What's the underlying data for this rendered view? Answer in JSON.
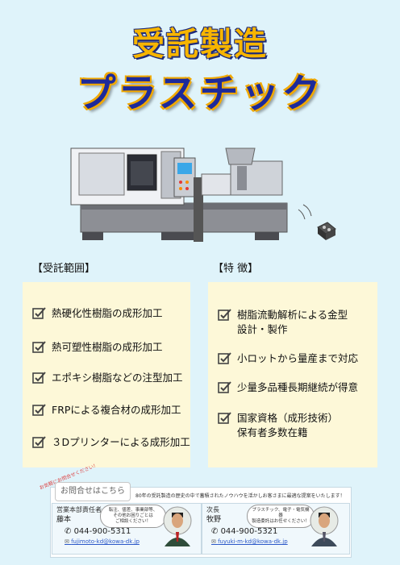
{
  "header": {
    "title_line1": "受託製造",
    "title_line2": "プラスチック"
  },
  "sections": {
    "scope_heading": "【受託範囲】",
    "features_heading": "【特 徴】",
    "scope_items": [
      "熱硬化性樹脂の成形加工",
      "熱可塑性樹脂の成形加工",
      "エポキシ樹脂などの注型加工",
      "FRPによる複合材の成形加工",
      "３Dプリンターによる成形加工"
    ],
    "feature_items": [
      [
        "樹脂流動解析による金型",
        "設計・製作"
      ],
      [
        "小ロットから量産まで対応"
      ],
      [
        "少量多品種長期継続が得意"
      ],
      [
        "国家資格（成形技術）",
        "保有者多数在籍"
      ]
    ]
  },
  "contact": {
    "badge": "お問合せはこちら",
    "tag": "お気軽にお問合せください！",
    "message": "80年の受託製造の歴史の中で蓄積されたノウハウを活かしお客さまに最適な提案をいたします！",
    "people": [
      {
        "role": "営業本部責任者",
        "name": "藤本",
        "bubble": [
          "転注、値差、事業部等、",
          "その他お困りごとは",
          "ご相談ください！"
        ],
        "tel": "044-900-5311",
        "email": "fujimoto-kd@kowa-dk.jp"
      },
      {
        "role": "次長",
        "name": "牧野",
        "bubble": [
          "プラスチック、電子・電気機器",
          "製造委託はお任せください！"
        ],
        "tel": "044-900-5321",
        "email": "fuyuki-m-kd@kowa-dk.jp"
      }
    ]
  },
  "colors": {
    "background": "#dff3fa",
    "panel": "#fdf8d8",
    "title_orange": "#f7b500",
    "title_navy": "#1d2a9a"
  }
}
